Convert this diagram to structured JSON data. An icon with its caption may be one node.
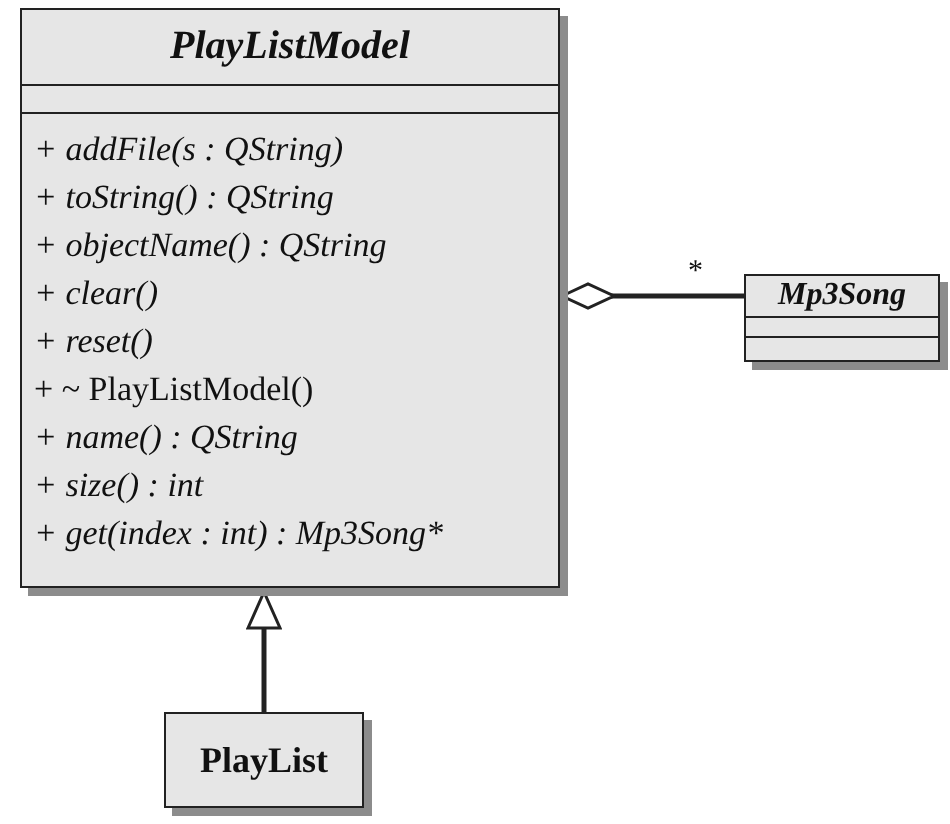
{
  "diagram": {
    "nodes": [
      {
        "text": [
          "PlayListModel",
          "+ addFile(s : QString)",
          "+ toString() : QString",
          "+ objectName() : QString",
          "+ clear()",
          "+ reset()",
          "+ ~ PlayListModel()",
          "+ name() : QString",
          "+ size() : int",
          "+ get(index : int) : Mp3Song*"
        ]
      },
      {
        "text": [
          "Mp3Song"
        ]
      },
      {
        "text": [
          "PlayList"
        ]
      }
    ],
    "edges": [
      {
        "from": 0,
        "to": 1,
        "arrow": "other",
        "label": "*"
      },
      {
        "from": 2,
        "to": 0,
        "arrow": "to"
      }
    ]
  }
}
